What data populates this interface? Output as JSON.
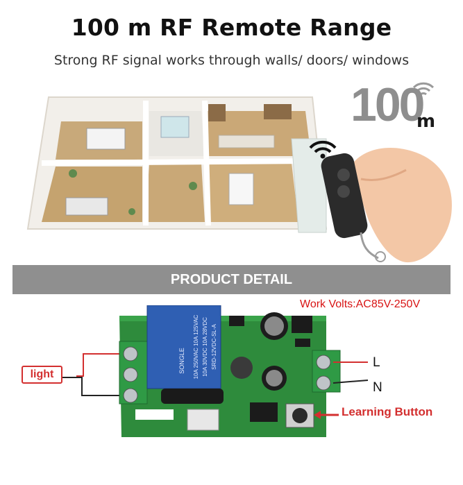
{
  "header": {
    "title": "100 m RF Remote Range",
    "subtitle": "Strong RF signal works through walls/ doors/ windows"
  },
  "range_badge": {
    "number": "100",
    "unit": "m"
  },
  "banner": {
    "text": "PRODUCT DETAIL"
  },
  "board": {
    "work_volts": "Work Volts:AC85V-250V",
    "light_label": "light",
    "terminal_L": "L",
    "terminal_N": "N",
    "learning_button_label": "Learning Button",
    "relay_text": [
      "SONGLE",
      "10A 250VAC 10A 125VAC",
      "10A 30VDC 10A 28VDC",
      "SRD-12VDC-SL-A"
    ]
  },
  "colors": {
    "accent_red": "#d32f2f",
    "banner_gray": "#8f8f8f",
    "pcb_green": "#2e8b3c",
    "relay_blue": "#2f5fb3"
  }
}
